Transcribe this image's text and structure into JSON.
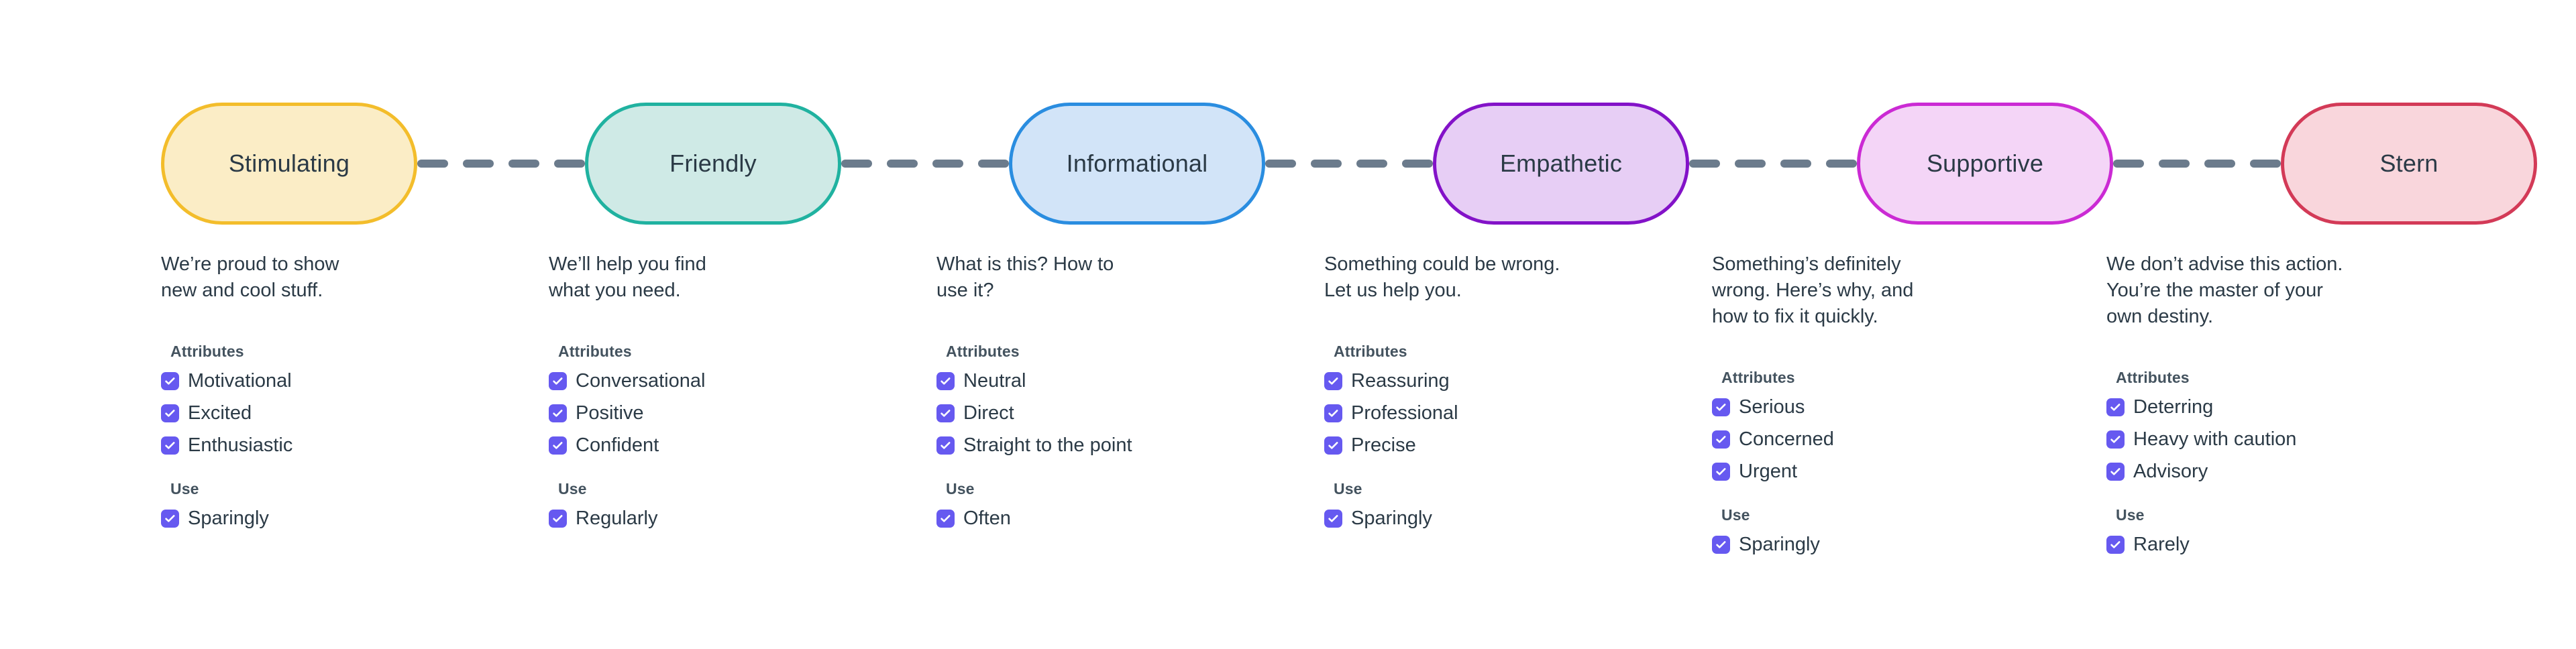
{
  "theme": {
    "background": "#ffffff",
    "text_color": "#2b3a46",
    "heading_color": "#44535f",
    "checkbox_color": "#6659f0",
    "connector_color": "#6b7b8c"
  },
  "group_labels": {
    "attributes": "Attributes",
    "use": "Use"
  },
  "tones": [
    {
      "name": "Stimulating",
      "fill": "#fbedc6",
      "stroke": "#f3bd2b",
      "description": "We’re proud to show\nnew and cool stuff.",
      "attributes": [
        "Motivational",
        "Excited",
        "Enthusiastic"
      ],
      "use": [
        "Sparingly"
      ]
    },
    {
      "name": "Friendly",
      "fill": "#cfeae6",
      "stroke": "#20b2a0",
      "description": "We’ll help you find\nwhat you need.",
      "attributes": [
        "Conversational",
        "Positive",
        "Confident"
      ],
      "use": [
        "Regularly"
      ]
    },
    {
      "name": "Informational",
      "fill": "#d2e4f8",
      "stroke": "#2a8de0",
      "description": "What is this? How to\nuse it?",
      "attributes": [
        "Neutral",
        "Direct",
        "Straight to the point"
      ],
      "use": [
        "Often"
      ]
    },
    {
      "name": "Empathetic",
      "fill": "#e7cef5",
      "stroke": "#8312c8",
      "description": "Something could be wrong.\nLet us help you.",
      "attributes": [
        "Reassuring",
        "Professional",
        "Precise"
      ],
      "use": [
        "Sparingly"
      ]
    },
    {
      "name": "Supportive",
      "fill": "#f4d5f7",
      "stroke": "#cb2ad4",
      "description": "Something’s definitely\nwrong. Here’s why, and\nhow to fix it quickly.",
      "attributes": [
        "Serious",
        "Concerned",
        "Urgent"
      ],
      "use": [
        "Sparingly"
      ]
    },
    {
      "name": "Stern",
      "fill": "#f9d6dc",
      "stroke": "#d33a57",
      "description": "We don’t advise this action.\nYou’re the master of your\nown destiny.",
      "attributes": [
        "Deterring",
        "Heavy with caution",
        "Advisory"
      ],
      "use": [
        "Rarely"
      ]
    }
  ]
}
